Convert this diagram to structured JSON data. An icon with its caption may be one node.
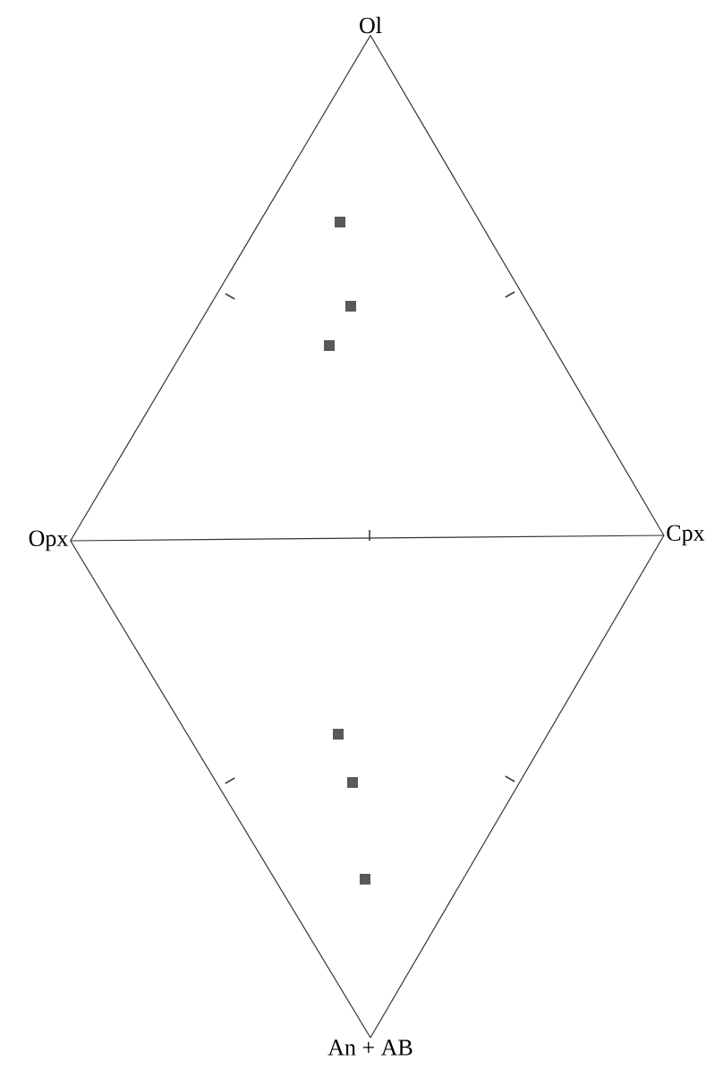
{
  "diagram": {
    "nodes": [
      {
        "text": [
          "Ol"
        ]
      },
      {
        "text": [
          "Opx"
        ]
      },
      {
        "text": [
          "Cpx"
        ]
      },
      {
        "text": [
          "An + AB"
        ]
      }
    ],
    "edges": [
      {
        "from": 0,
        "to": 1,
        "arrow": "none"
      },
      {
        "from": 0,
        "to": 2,
        "arrow": "none"
      },
      {
        "from": 1,
        "to": 2,
        "arrow": "none"
      },
      {
        "from": 1,
        "to": 3,
        "arrow": "none"
      },
      {
        "from": 2,
        "to": 3,
        "arrow": "none"
      }
    ]
  }
}
